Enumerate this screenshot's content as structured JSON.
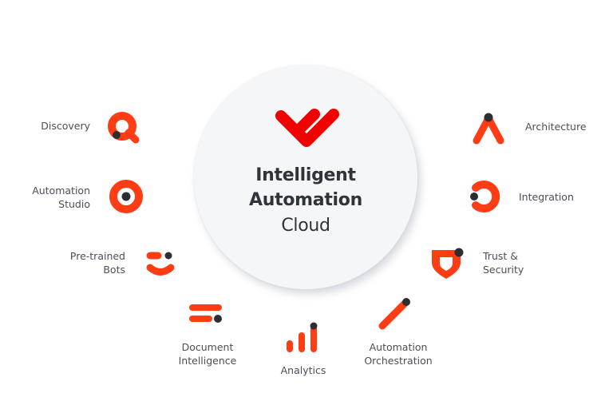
{
  "hub": {
    "logo_icon": "brand-w-logo-icon",
    "title_line1": "Intelligent",
    "title_line2": "Automation",
    "title_line3": "Cloud"
  },
  "colors": {
    "accent": "#ff3d14",
    "logo_red": "#f20000",
    "dot": "#2b2e33",
    "text": "#4a4f57",
    "hub_bg": "#f5f6f8"
  },
  "items": [
    {
      "id": "discovery",
      "icon": "magnifier-icon",
      "lines": [
        "Discovery"
      ]
    },
    {
      "id": "automation-studio",
      "icon": "target-icon",
      "lines": [
        "Automation",
        "Studio"
      ]
    },
    {
      "id": "pretrained-bots",
      "icon": "smile-bot-icon",
      "lines": [
        "Pre-trained",
        "Bots"
      ]
    },
    {
      "id": "document-intelligence",
      "icon": "document-lines-icon",
      "lines": [
        "Document",
        "Intelligence"
      ]
    },
    {
      "id": "analytics",
      "icon": "bar-chart-icon",
      "lines": [
        "Analytics"
      ]
    },
    {
      "id": "automation-orchestration",
      "icon": "diagonal-stroke-icon",
      "lines": [
        "Automation",
        "Orchestration"
      ]
    },
    {
      "id": "trust-security",
      "icon": "shield-icon",
      "lines": [
        "Trust &",
        "Security"
      ]
    },
    {
      "id": "integration",
      "icon": "ring-connector-icon",
      "lines": [
        "Integration"
      ]
    },
    {
      "id": "architecture",
      "icon": "caret-up-icon",
      "lines": [
        "Architecture"
      ]
    }
  ]
}
